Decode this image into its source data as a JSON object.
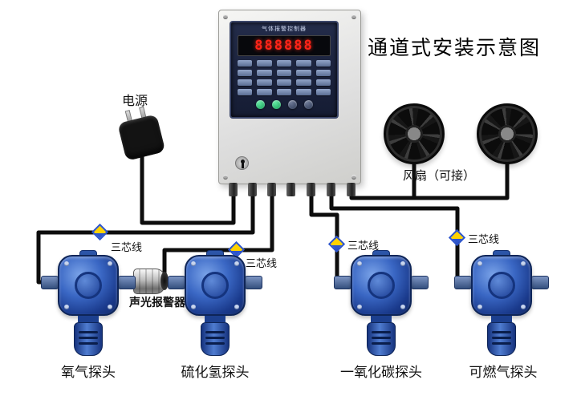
{
  "diagram": {
    "title": "通道式安装示意图"
  },
  "controller": {
    "panel_title": "气体报警控制器",
    "display_value": "888888"
  },
  "power": {
    "label": "电源"
  },
  "fans": {
    "label": "风扇（可接）"
  },
  "alarm": {
    "label": "声光报警器"
  },
  "wires": {
    "labels": [
      "三芯线",
      "三芯线",
      "三芯线",
      "三芯线"
    ]
  },
  "detectors": [
    {
      "label": "氧气探头"
    },
    {
      "label": "硫化氢探头"
    },
    {
      "label": "一氧化碳探头"
    },
    {
      "label": "可燃气探头"
    }
  ],
  "colors": {
    "detector_blue": "#2f5cb8",
    "wire_black": "#0d0d0d",
    "diamond_yellow": "#ffd200",
    "diamond_blue": "#2d55cc",
    "display_red": "#ff2318",
    "panel_navy": "#1a2236"
  }
}
